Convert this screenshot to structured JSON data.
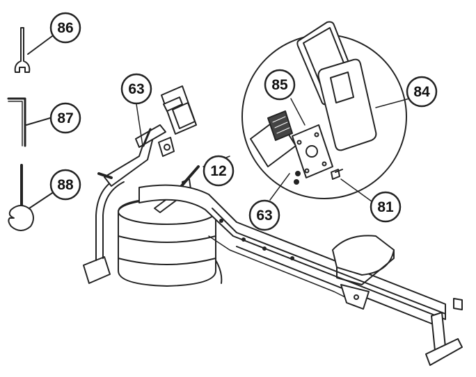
{
  "callouts": {
    "c86": "86",
    "c87": "87",
    "c88": "88",
    "c63_top": "63",
    "c85": "85",
    "c84": "84",
    "c12": "12",
    "c63_bottom": "63",
    "c81": "81"
  },
  "tools": [
    "wrench-icon",
    "allen-key-icon",
    "screwdriver-icon"
  ],
  "colors": {
    "line": "#222222",
    "fill": "#ffffff",
    "shade": "#d8d8d8",
    "dark": "#444444"
  }
}
